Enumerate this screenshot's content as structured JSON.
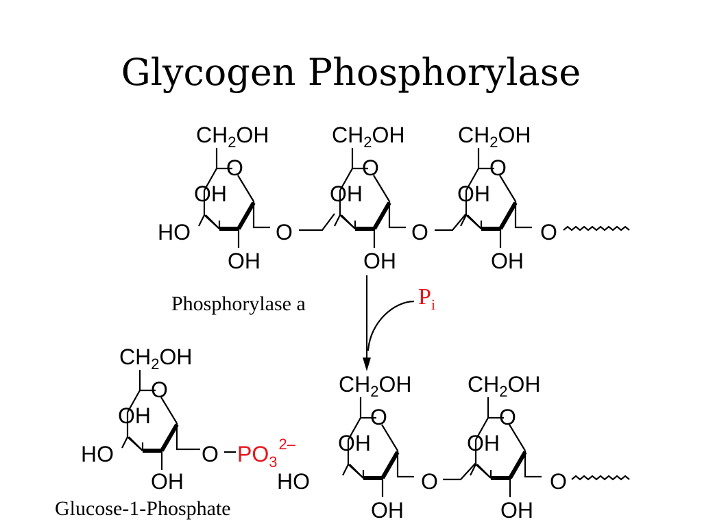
{
  "title": "Glycogen Phosphorylase",
  "labels": {
    "enzyme": "Phosphorylase a",
    "product": "Glucose-1-Phosphate",
    "pi_main": "P",
    "pi_sub": "i"
  },
  "atoms": {
    "ch2": "CH",
    "two": "2",
    "oh_suffix": "OH",
    "ring_o": "O",
    "oh": "OH",
    "ho": "HO",
    "link_o": "O",
    "po3": "PO",
    "three": "3",
    "charge": "2–"
  },
  "colors": {
    "phosphate": "#e8141b",
    "ink": "#000000"
  }
}
